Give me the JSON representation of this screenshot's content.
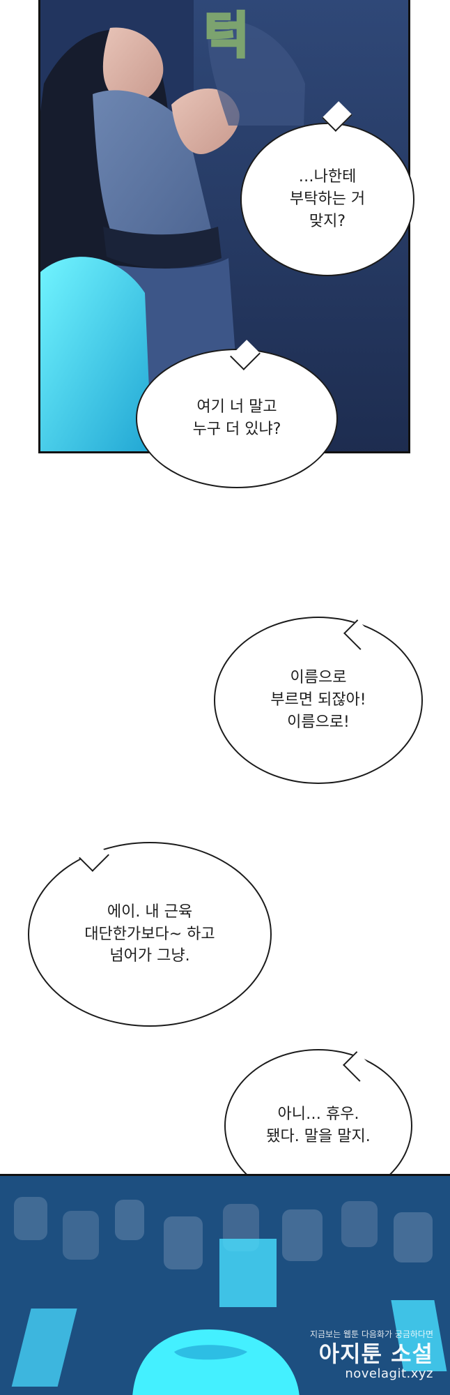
{
  "bubbles": [
    {
      "text": "…나한테\n부탁하는 거\n맞지?"
    },
    {
      "text": "여기 너 말고\n누구 더 있냐?"
    },
    {
      "text": "이름으로\n부르면 되잖아!\n이름으로!"
    },
    {
      "text": "에이. 내 근육\n대단한가보다~ 하고\n넘어가 그냥."
    },
    {
      "text": "아니… 휴우.\n됐다. 말을 말지."
    }
  ],
  "watermark": {
    "small_text": "지금보는 웹툰 다음화가 궁금하다면",
    "brand": "아지툰 소설",
    "url": "novelagit.xyz"
  },
  "colors": {
    "top_panel": "#2a3f6f",
    "bottom_panel": "#1d4f80",
    "bubble_fill": "#ffffff",
    "bubble_border": "#1b1b1b"
  }
}
